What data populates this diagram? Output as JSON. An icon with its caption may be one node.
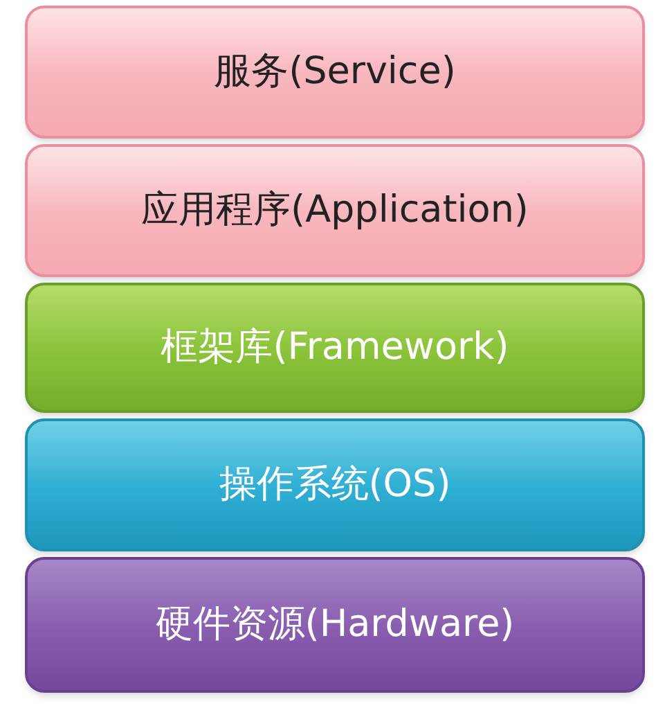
{
  "diagram": {
    "nodes": [
      {
        "text": [
          "服务(Service)"
        ]
      },
      {
        "text": [
          "应用程序(Application)"
        ]
      },
      {
        "text": [
          "框架库(Framework)"
        ]
      },
      {
        "text": [
          "操作系统(OS)"
        ]
      },
      {
        "text": [
          "硬件资源(Hardware)"
        ]
      }
    ]
  }
}
